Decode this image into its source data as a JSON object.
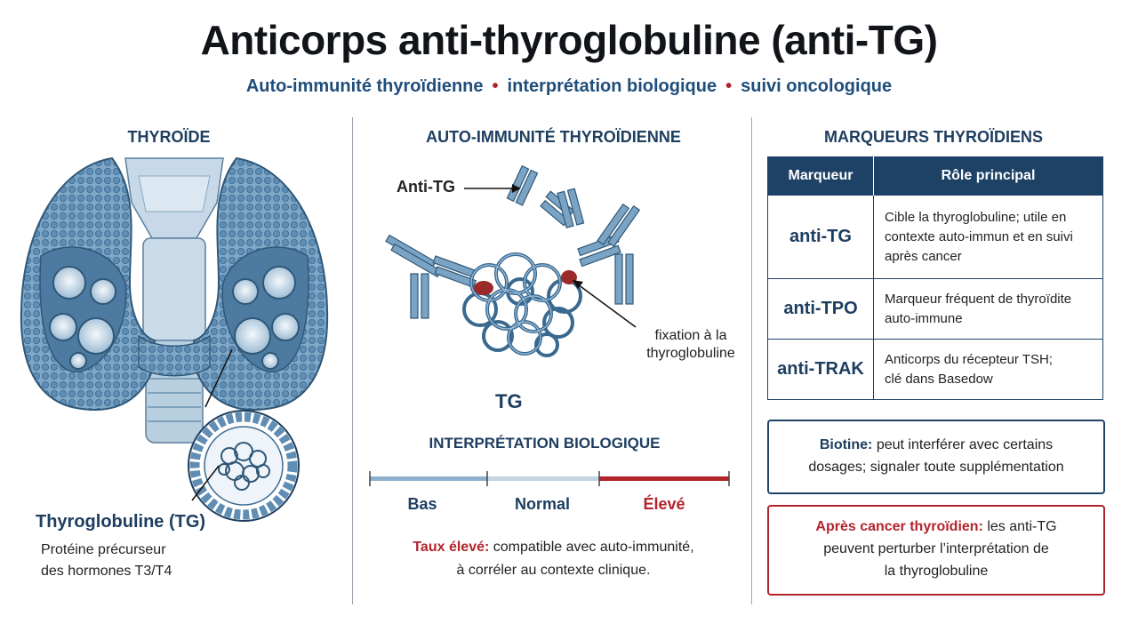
{
  "header": {
    "title": "Anticorps anti-thyroglobuline (anti-TG)",
    "subtitle_parts": [
      "Auto-immunité thyroïdienne",
      "interprétation biologique",
      "suivi oncologique"
    ],
    "separator": "•"
  },
  "left": {
    "heading": "THYROÏDE",
    "tg_label": "Thyroglobuline (TG)",
    "tg_desc_line1": "Protéine précurseur",
    "tg_desc_line2": "des hormones T3/T4"
  },
  "middle": {
    "heading": "AUTO-IMMUNITÉ THYROÏDIENNE",
    "antitg_label": "Anti-TG",
    "fixation_line1": "fixation à la",
    "fixation_line2": "thyroglobuline",
    "tg_center": "TG",
    "interp_heading": "INTERPRÉTATION BIOLOGIQUE",
    "scale": [
      {
        "label": "Bas",
        "color": "#1e3e60"
      },
      {
        "label": "Normal",
        "color": "#1e3e60"
      },
      {
        "label": "Élevé",
        "color": "#b2242c"
      }
    ],
    "note_key": "Taux élevé:",
    "note_line1": "compatible avec auto-immunité,",
    "note_line2": "à corréler au contexte clinique."
  },
  "right": {
    "heading": "MARQUEURS THYROÏDIENS",
    "table": {
      "headers": [
        "Marqueur",
        "Rôle principal"
      ],
      "rows": [
        {
          "marker": "anti-TG",
          "role": [
            "Cible la thyroglobuline; utile en",
            "contexte auto-immun et en suivi",
            "après cancer"
          ]
        },
        {
          "marker": "anti-TPO",
          "role": [
            "Marqueur fréquent de thyroïdite",
            "auto-immune"
          ]
        },
        {
          "marker": "anti-TRAK",
          "role": [
            "Anticorps du récepteur TSH;",
            "clé dans Basedow"
          ]
        }
      ]
    },
    "biotine_key": "Biotine:",
    "biotine_line1": "peut interférer avec certains",
    "biotine_line2": "dosages; signaler toute supplémentation",
    "cancer_key": "Après cancer thyroïdien:",
    "cancer_line1_rest": "les anti-TG",
    "cancer_line2": "peuvent perturber l’interprétation de",
    "cancer_line3": "la thyroglobuline"
  },
  "colors": {
    "navy": "#1e4266",
    "accent_red": "#b2242c",
    "gland_blue": "#6f9cc0"
  }
}
